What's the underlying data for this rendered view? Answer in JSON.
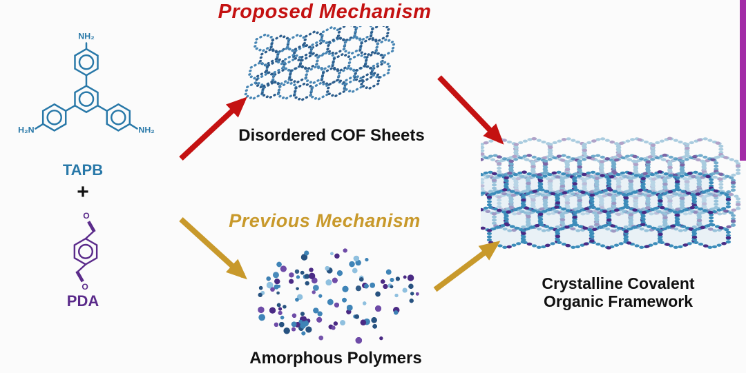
{
  "titles": {
    "proposed": "Proposed Mechanism",
    "previous": "Previous Mechanism"
  },
  "labels": {
    "disordered": "Disordered COF Sheets",
    "amorphous": "Amorphous Polymers",
    "crystalline_line1": "Crystalline Covalent",
    "crystalline_line2": "Organic Framework",
    "tapb": "TAPB",
    "plus": "+",
    "pda": "PDA"
  },
  "molecules": {
    "tapb": {
      "amine_top": "NH₂",
      "amine_left": "H₂N",
      "amine_right": "NH₂"
    },
    "pda": {
      "carbonyl_top": "O",
      "carbonyl_bottom": "O"
    }
  },
  "colors": {
    "red": "#c41111",
    "gold": "#c8992b",
    "tapb_blue": "#2878a8",
    "pda_purple": "#5a2a8a",
    "ink": "#111111",
    "accent_bar": "#a22ba6"
  },
  "palette": {
    "sheet_blue": "#4886b4",
    "sheet_navy": "#2c5d8c",
    "cof_teal": "#3b8cba",
    "cof_purple": "#4a2a84",
    "cof_fill": "#cfe3f0",
    "blob_colors": [
      "#3f84b6",
      "#27527f",
      "#4a2a84",
      "#6e4ba6",
      "#8fc0de"
    ]
  }
}
